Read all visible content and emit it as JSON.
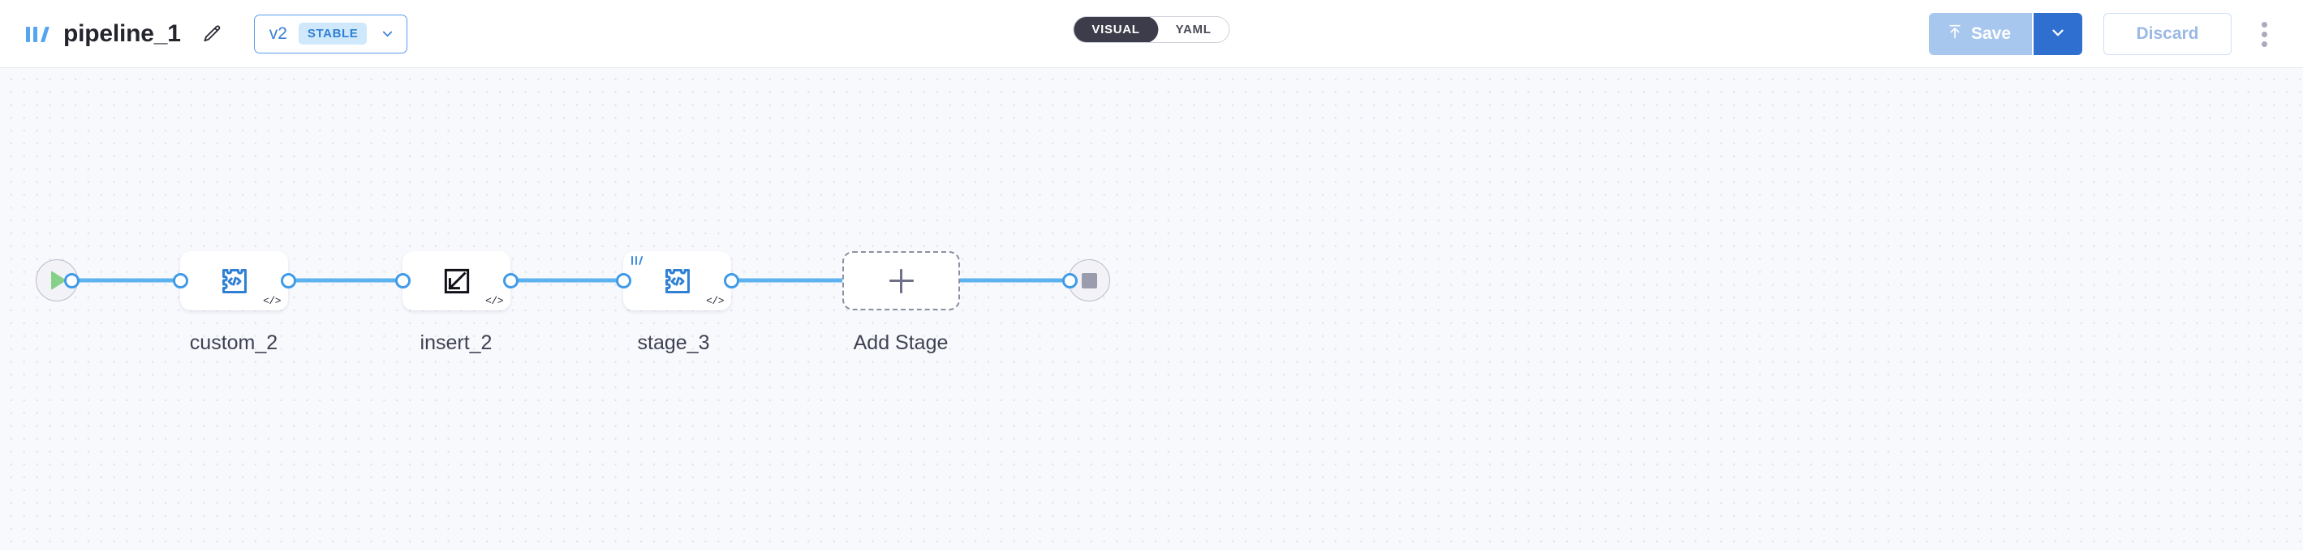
{
  "header": {
    "logo_icon": "pipeline-brand-logo",
    "title": "pipeline_1",
    "edit_icon": "pencil-icon",
    "version": {
      "label": "v2",
      "badge": "STABLE",
      "chevron_icon": "chevron-down-icon"
    },
    "mode_toggle": {
      "selected": "VISUAL",
      "options": [
        "VISUAL",
        "YAML"
      ],
      "visual_label": "VISUAL",
      "yaml_label": "YAML"
    },
    "actions": {
      "save_label": "Save",
      "save_icon": "upload-icon",
      "save_enabled": false,
      "save_caret_icon": "chevron-down-icon",
      "discard_label": "Discard",
      "discard_enabled": false,
      "overflow_icon": "kebab-menu-icon"
    },
    "colors": {
      "accent_blue": "#3f9ae8",
      "brand_blue": "#55a5f0",
      "save_disabled": "#a8c7ef",
      "save_caret": "#2f6fd0",
      "toggle_active": "#3c3c4a",
      "badge_bg": "#cfe8fb",
      "badge_text": "#2f7fd4"
    }
  },
  "canvas": {
    "background": "#f8f9fd",
    "grid": "dotted",
    "start_node": {
      "name": "start",
      "icon": "play-icon"
    },
    "end_node": {
      "name": "end",
      "icon": "stop-icon"
    },
    "stages": [
      {
        "label": "custom_2",
        "icon": "puzzle-code-icon",
        "badge": "</>",
        "has_mini_logo": false
      },
      {
        "label": "insert_2",
        "icon": "insert-arrow-icon",
        "badge": "</>",
        "has_mini_logo": false
      },
      {
        "label": "stage_3",
        "icon": "puzzle-code-icon",
        "badge": "</>",
        "has_mini_logo": true
      }
    ],
    "add_stage": {
      "label": "Add Stage",
      "icon": "plus-icon"
    }
  }
}
